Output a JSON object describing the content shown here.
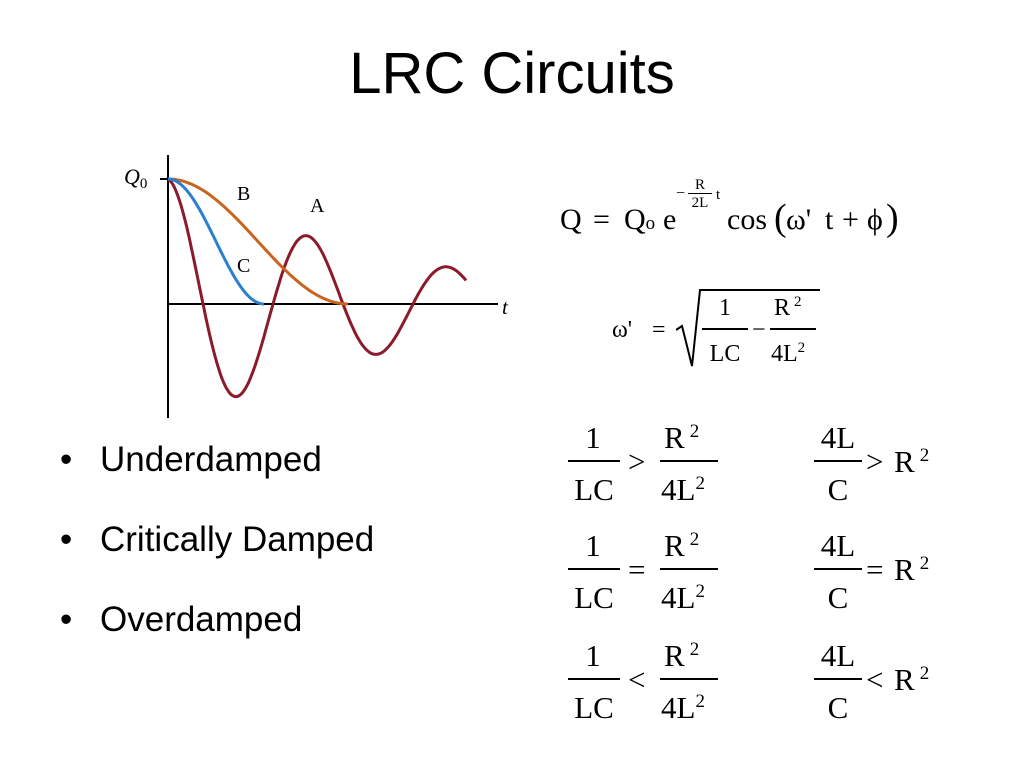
{
  "slide": {
    "title": "LRC Circuits"
  },
  "bullets": [
    "Underdamped",
    "Critically Damped",
    "Overdamped"
  ],
  "bullet_glyph": "•",
  "diagram": {
    "y_label_q": "Q",
    "y_label_sub": "0",
    "x_label": "t",
    "curve_labels": {
      "a": "A",
      "b": "B",
      "c": "C"
    },
    "colors": {
      "a": "#8b1a2b",
      "b": "#c8641e",
      "c": "#2a7fd0",
      "axis": "#000000"
    }
  },
  "equations": {
    "main": {
      "lhs": "Q",
      "eq": "=",
      "q0": "Q",
      "q0_sub": "o",
      "e": "e",
      "exp_minus": "−",
      "exp_num": "R",
      "exp_den": "2L",
      "exp_t": "t",
      "cos": "cos",
      "lparen": "(",
      "omega_prime": "ω'",
      "t": "t",
      "plus": "+",
      "phi": "ϕ",
      "rparen": ")"
    },
    "omega": {
      "lhs": "ω'",
      "eq": "=",
      "f1_num": "1",
      "f1_den": "LC",
      "minus": "−",
      "f2_num": "R",
      "f2_num_sup": "2",
      "f2_den": "4L",
      "f2_den_sup": "2"
    },
    "conditions": [
      {
        "left_num": "1",
        "left_den": "LC",
        "op": ">",
        "right_num": "R",
        "right_num_sup": "2",
        "right_den": "4L",
        "right_den_sup": "2",
        "alt_num": "4L",
        "alt_den": "C",
        "alt_op": ">",
        "alt_rhs": "R",
        "alt_rhs_sup": "2"
      },
      {
        "left_num": "1",
        "left_den": "LC",
        "op": "=",
        "right_num": "R",
        "right_num_sup": "2",
        "right_den": "4L",
        "right_den_sup": "2",
        "alt_num": "4L",
        "alt_den": "C",
        "alt_op": "=",
        "alt_rhs": "R",
        "alt_rhs_sup": "2"
      },
      {
        "left_num": "1",
        "left_den": "LC",
        "op": "<",
        "right_num": "R",
        "right_num_sup": "2",
        "right_den": "4L",
        "right_den_sup": "2",
        "alt_num": "4L",
        "alt_den": "C",
        "alt_op": "<",
        "alt_rhs": "R",
        "alt_rhs_sup": "2"
      }
    ]
  }
}
